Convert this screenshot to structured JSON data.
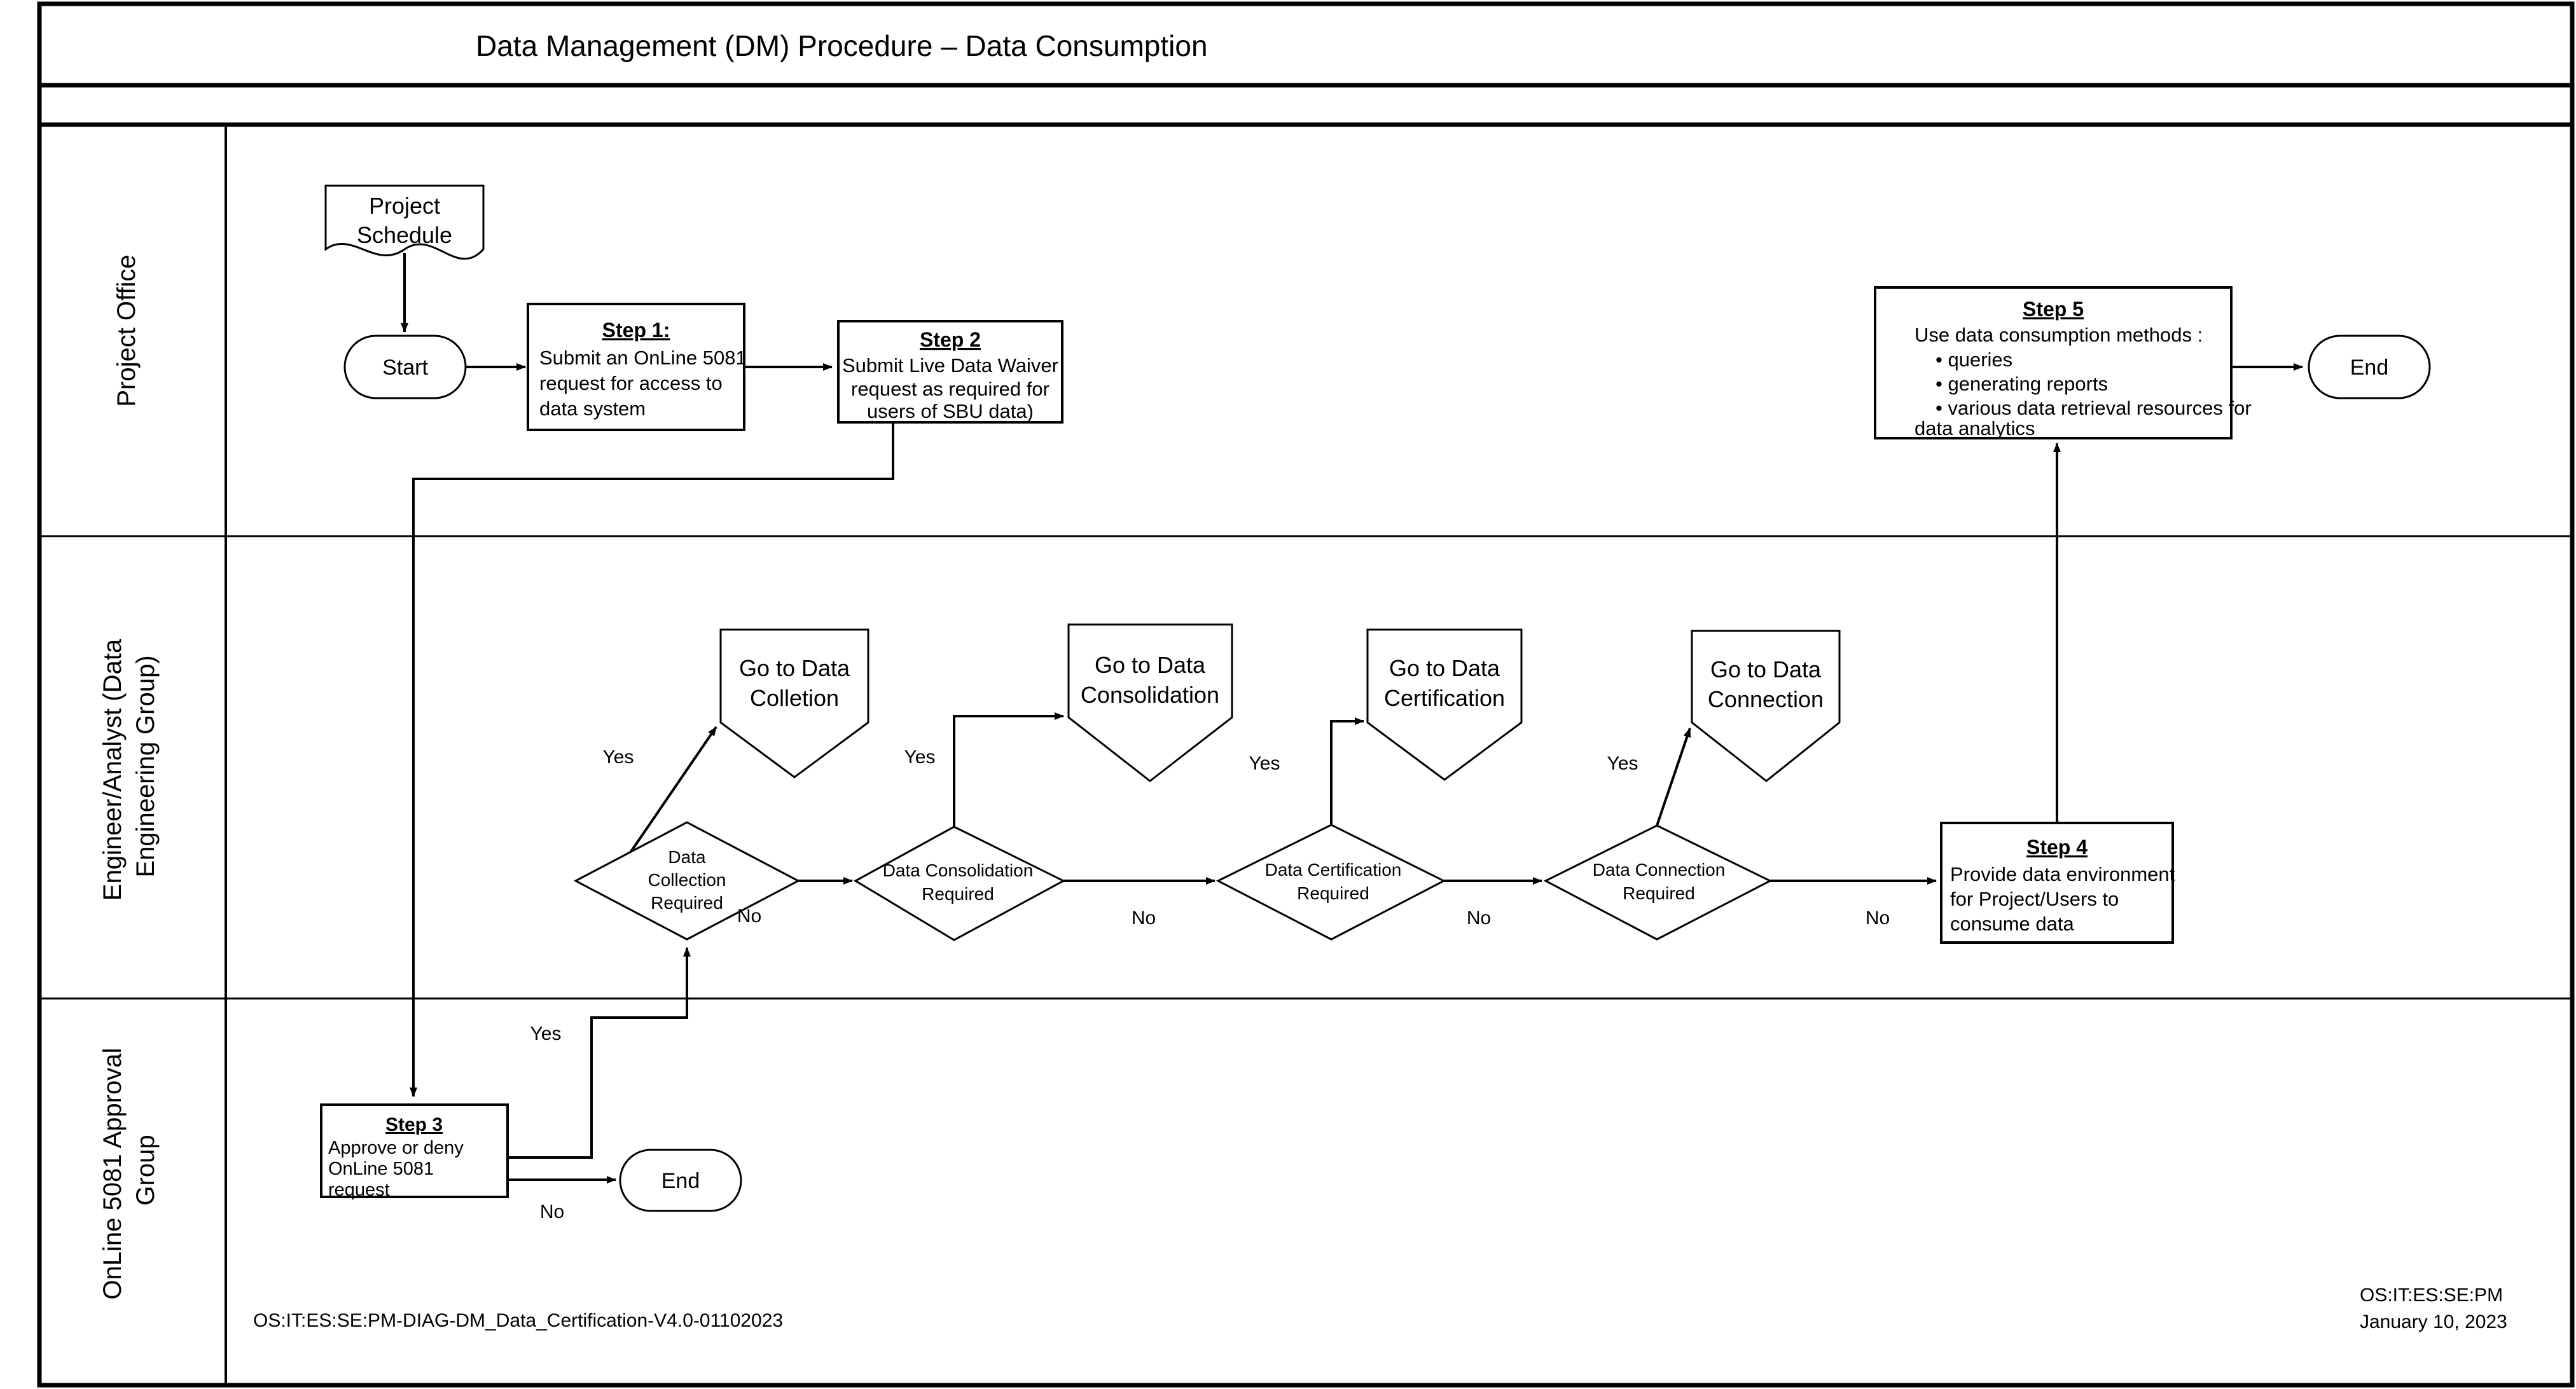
{
  "header": {
    "title": "Data Management (DM) Procedure – Data Consumption"
  },
  "swimlanes": [
    {
      "label": "Project Office"
    },
    {
      "label": "Engineer/Analyst (Data Engineering Group)"
    },
    {
      "label": "OnLine 5081 Approval Group"
    }
  ],
  "nodes": {
    "project_schedule": {
      "label_1": "Project",
      "label_2": "Schedule"
    },
    "start": {
      "label": "Start"
    },
    "step1": {
      "title": "Step 1:",
      "line1": "Submit an OnLine 5081",
      "line2": "request for access to",
      "line3": "data system"
    },
    "step2": {
      "title": "Step 2",
      "line1": "Submit Live Data Waiver",
      "line2": "request as required for",
      "line3": "users of SBU data)"
    },
    "step3": {
      "title": "Step 3",
      "line1": "Approve or deny",
      "line2": "OnLine 5081",
      "line3": "request"
    },
    "step4": {
      "title": "Step 4",
      "line1": "Provide data environment",
      "line2": "for Project/Users to",
      "line3": "consume data"
    },
    "step5": {
      "title": "Step 5",
      "line1": "Use data consumption methods :",
      "bullet1": "• queries",
      "bullet2": "• generating reports",
      "bullet3": "• various data retrieval resources for",
      "line2": "data analytics"
    },
    "end_top": {
      "label": "End"
    },
    "end_bottom": {
      "label": "End"
    },
    "goto_collection": {
      "line1": "Go to Data",
      "line2": "Colletion"
    },
    "goto_consolidation": {
      "line1": "Go to Data",
      "line2": "Consolidation"
    },
    "goto_certification": {
      "line1": "Go to Data",
      "line2": "Certification"
    },
    "goto_connection": {
      "line1": "Go to Data",
      "line2": "Connection"
    },
    "dec_collection": {
      "line1": "Data",
      "line2": "Collection",
      "line3": "Required"
    },
    "dec_consolidation": {
      "line1": "Data Consolidation",
      "line2": "Required"
    },
    "dec_certification": {
      "line1": "Data Certification",
      "line2": "Required"
    },
    "dec_connection": {
      "line1": "Data Connection",
      "line2": "Required"
    }
  },
  "edge_labels": {
    "collection_yes": "Yes",
    "collection_no": "No",
    "consolidation_yes": "Yes",
    "consolidation_no": "No",
    "certification_yes": "Yes",
    "certification_no": "No",
    "connection_yes": "Yes",
    "connection_no": "No",
    "approval_yes": "Yes",
    "approval_no": "No"
  },
  "footer": {
    "left": "OS:IT:ES:SE:PM-DIAG-DM_Data_Certification-V4.0-01102023",
    "right_line1": "OS:IT:ES:SE:PM",
    "right_line2": "January 10, 2023"
  },
  "colors": {
    "stroke": "#000000",
    "background": "#ffffff"
  }
}
